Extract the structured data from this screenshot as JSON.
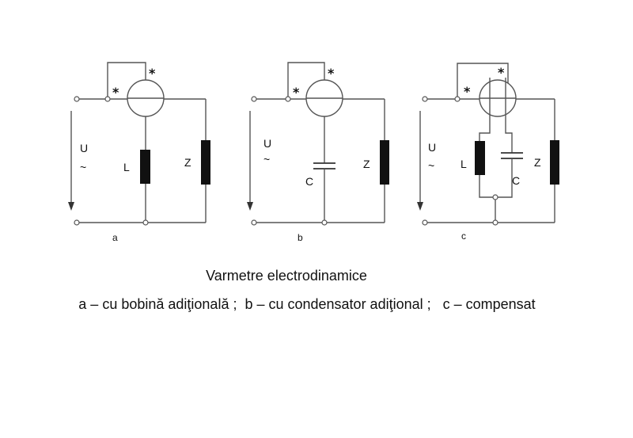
{
  "title": "Varmetre electrodinamice",
  "legend": "a – cu bobină adiţională ;  b – cu condensator adiţional ;   c – compensat",
  "circuits": [
    {
      "sublabel": "a",
      "voltage_label": "U",
      "tilde": "~",
      "star": "*",
      "labels": [
        "L",
        "Z"
      ]
    },
    {
      "sublabel": "b",
      "voltage_label": "U",
      "tilde": "~",
      "star": "*",
      "labels": [
        "C",
        "Z"
      ]
    },
    {
      "sublabel": "c",
      "voltage_label": "U",
      "tilde": "~",
      "star": "*",
      "labels": [
        "L",
        "C",
        "Z"
      ]
    }
  ]
}
